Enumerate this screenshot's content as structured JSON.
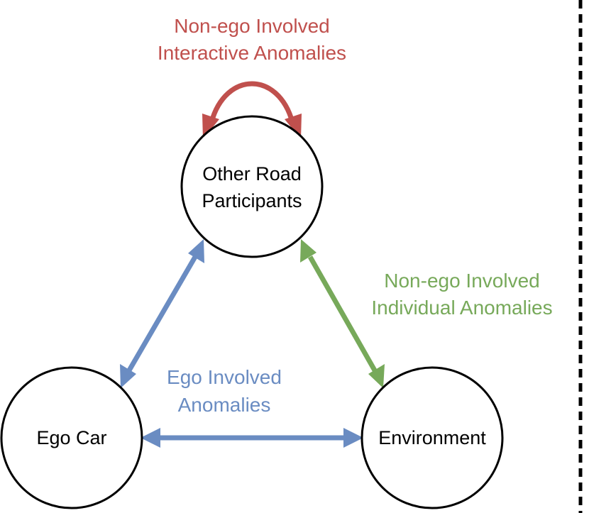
{
  "nodes": {
    "other_road_participants": {
      "line1": "Other Road",
      "line2": "Participants"
    },
    "ego_car": {
      "label": "Ego Car"
    },
    "environment": {
      "label": "Environment"
    }
  },
  "relations": {
    "interactive": {
      "line1": "Non-ego Involved",
      "line2": "Interactive Anomalies",
      "color": "#c0504d"
    },
    "individual": {
      "line1": "Non-ego Involved",
      "line2": "Individual Anomalies",
      "color": "#77a95a"
    },
    "ego": {
      "line1": "Ego Involved",
      "line2": "Anomalies",
      "color": "#6a8cc2"
    }
  }
}
